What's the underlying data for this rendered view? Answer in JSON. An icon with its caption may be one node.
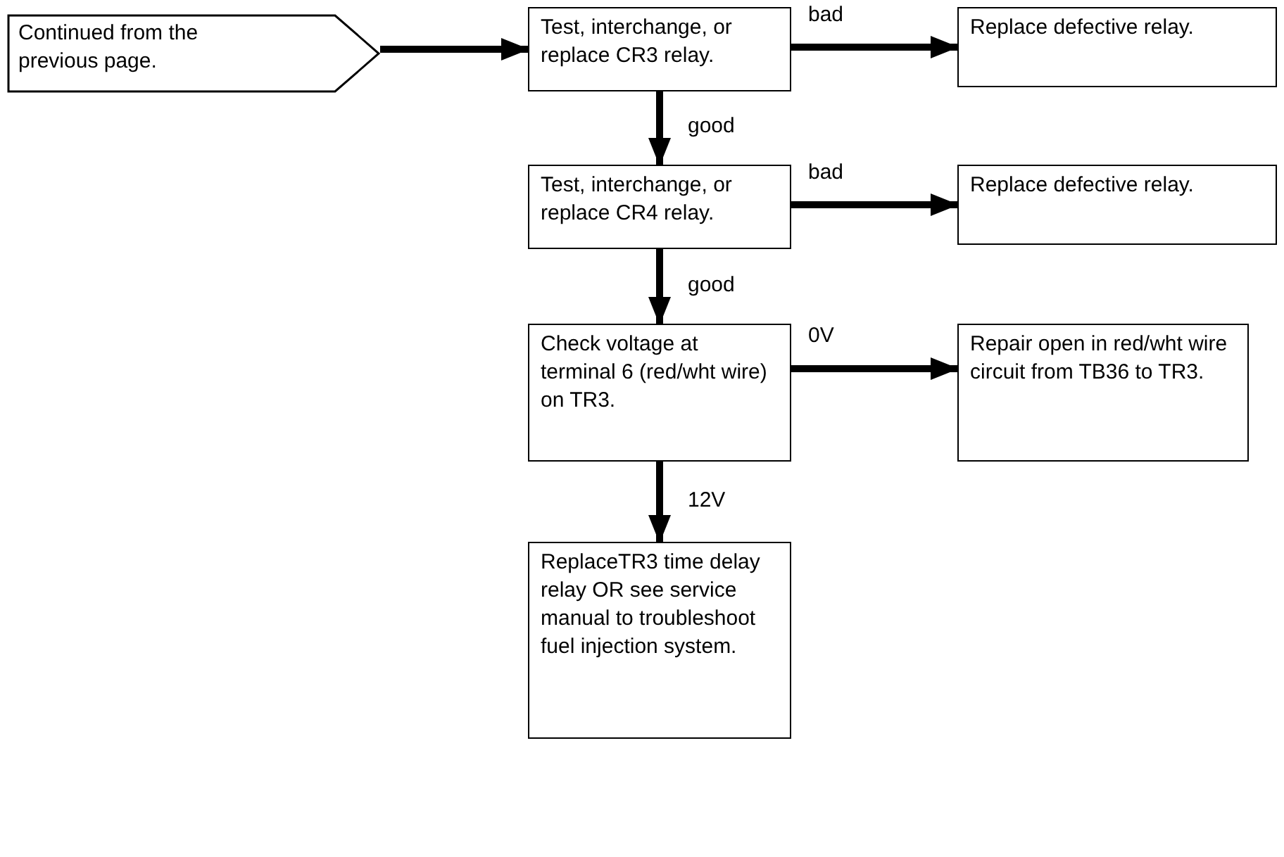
{
  "diagram": {
    "nodes": [
      {
        "text": [
          "Continued from the previous page."
        ]
      },
      {
        "text": [
          "Test, interchange, or replace CR3 relay."
        ]
      },
      {
        "text": [
          "Replace defective relay."
        ]
      },
      {
        "text": [
          "Test, interchange, or replace CR4 relay."
        ]
      },
      {
        "text": [
          "Replace defective relay."
        ]
      },
      {
        "text": [
          "Check voltage at terminal 6 (red/wht wire) on TR3."
        ]
      },
      {
        "text": [
          "Repair open in red/wht wire circuit from TB36 to TR3."
        ]
      },
      {
        "text": [
          "ReplaceTR3 time delay relay OR see service manual to troubleshoot fuel injection system."
        ]
      }
    ],
    "edges": [
      {
        "from": 0,
        "to": 1,
        "arrow": "to"
      },
      {
        "from": 1,
        "to": 2,
        "label": "bad",
        "arrow": "to"
      },
      {
        "from": 1,
        "to": 3,
        "label": "good",
        "arrow": "to"
      },
      {
        "from": 3,
        "to": 4,
        "label": "bad",
        "arrow": "to"
      },
      {
        "from": 3,
        "to": 5,
        "label": "good",
        "arrow": "to"
      },
      {
        "from": 5,
        "to": 6,
        "label": "0V",
        "arrow": "to"
      },
      {
        "from": 5,
        "to": 7,
        "label": "12V",
        "arrow": "to"
      }
    ]
  }
}
